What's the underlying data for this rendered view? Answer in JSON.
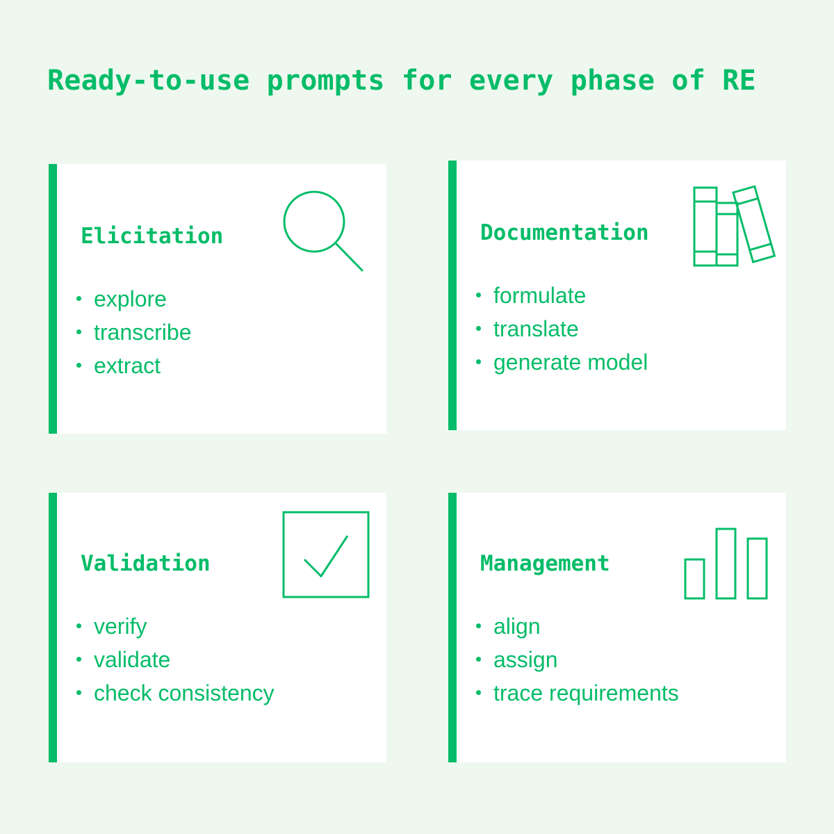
{
  "title": "Ready-to-use prompts for every phase of RE",
  "accent_color": "#05bc68",
  "background_color": "#eef8ef",
  "cards": [
    {
      "title": "Elicitation",
      "icon": "magnifier-icon",
      "items": [
        "explore",
        "transcribe",
        "extract"
      ]
    },
    {
      "title": "Documentation",
      "icon": "books-icon",
      "items": [
        "formulate",
        "translate",
        "generate model"
      ]
    },
    {
      "title": "Validation",
      "icon": "checkbox-icon",
      "items": [
        "verify",
        "validate",
        "check consistency"
      ]
    },
    {
      "title": "Management",
      "icon": "bar-chart-icon",
      "items": [
        "align",
        "assign",
        "trace requirements"
      ]
    }
  ]
}
